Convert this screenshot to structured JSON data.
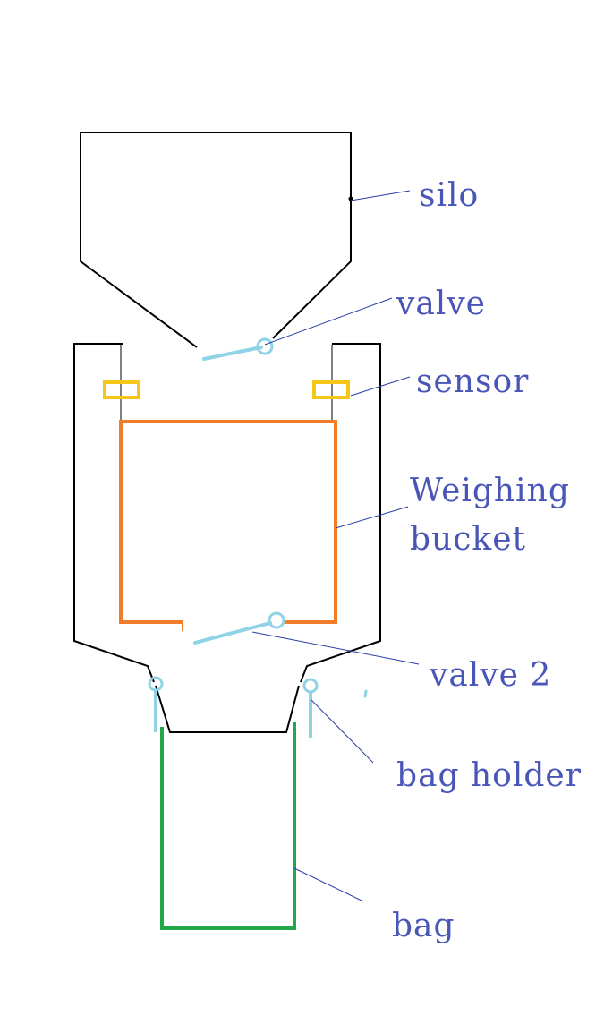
{
  "colors": {
    "outline": "#000000",
    "valve": "#8fd3e6",
    "sensor": "#f5c518",
    "bucket": "#f07d2c",
    "bag": "#22a84a",
    "label": "#4a55b8",
    "leader": "#2a3fa8"
  },
  "labels": {
    "silo": "silo",
    "valve": "valve",
    "sensor": "sensor",
    "weighing_line1": "Weighing",
    "weighing_line2": "bucket",
    "valve2": "valve 2",
    "bag_holder": "bag holder",
    "bag": "bag"
  }
}
